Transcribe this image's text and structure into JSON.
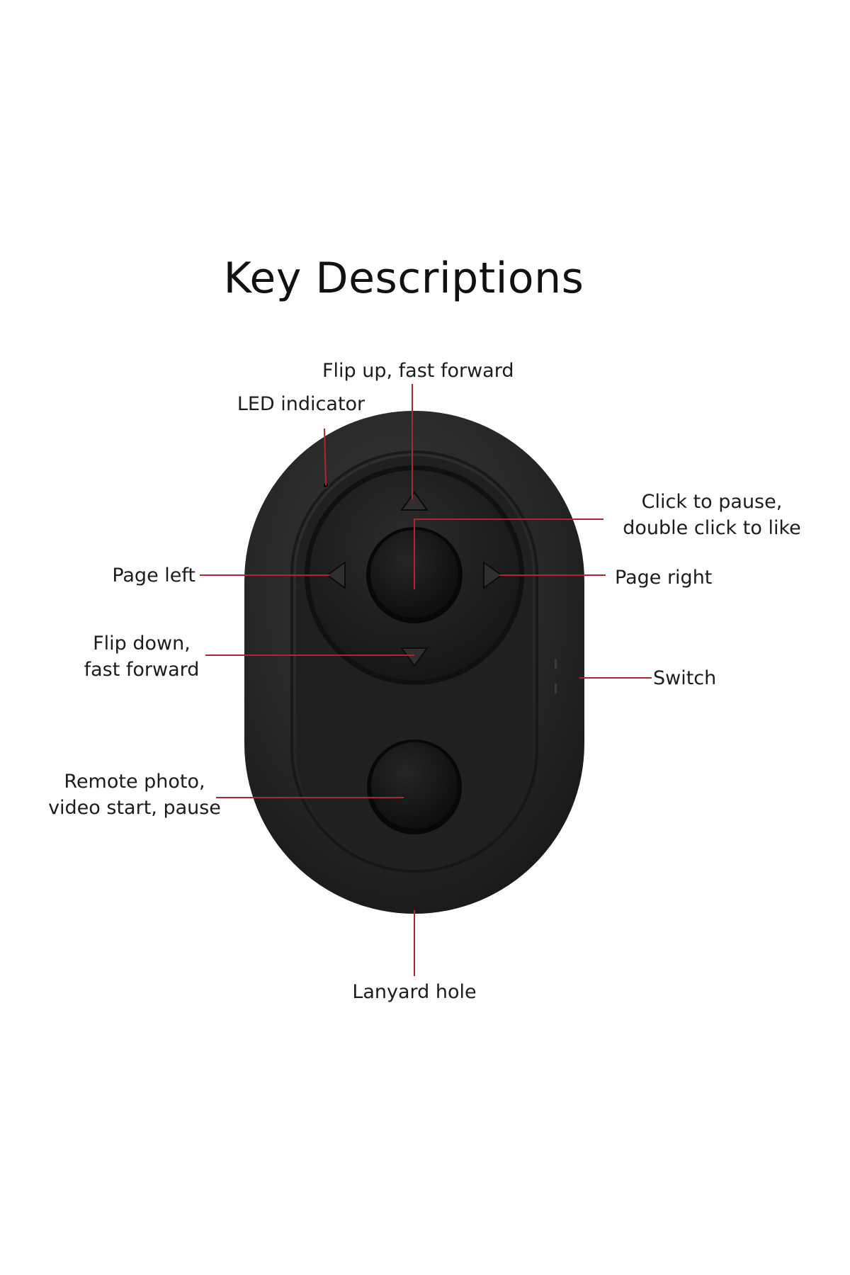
{
  "title": "Key Descriptions",
  "labels": {
    "flip_up": "Flip up, fast forward",
    "led_indicator": "LED indicator",
    "click_pause_line1": "Click to pause,",
    "click_pause_line2": "double click to like",
    "page_left": "Page left",
    "page_right": "Page right",
    "flip_down_line1": "Flip down,",
    "flip_down_line2": "fast forward",
    "switch": "Switch",
    "remote_photo_line1": "Remote photo,",
    "remote_photo_line2": "video start, pause",
    "lanyard_hole": "Lanyard hole"
  },
  "colors": {
    "leader_line": "#b0262a",
    "device_body": "#242424",
    "device_face": "#1c1c1c",
    "button": "#141414",
    "text": "#1c1c1c"
  }
}
